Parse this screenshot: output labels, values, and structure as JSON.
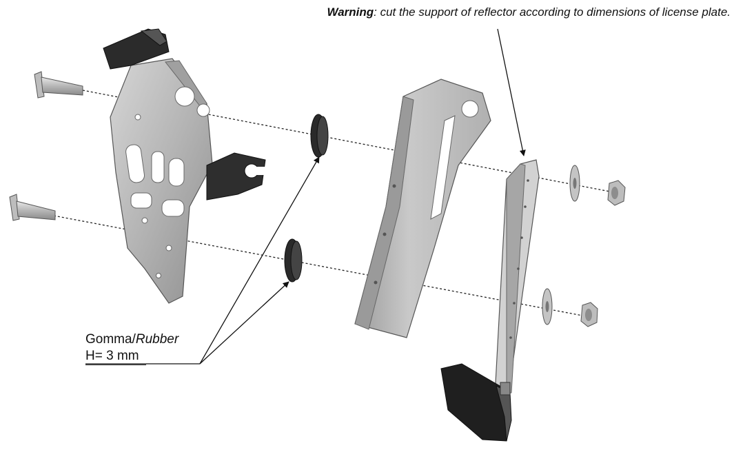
{
  "warning": {
    "bold": "Warning",
    "text": ": cut the support of reflector according to dimensions of license plate."
  },
  "rubber_label": {
    "line1_a": "Gomma/",
    "line1_b": "Rubber",
    "line2": "H= 3 mm"
  },
  "colors": {
    "metal": "#b9b9b9",
    "metal_dark": "#8e8e8e",
    "metal_light": "#d8d8d8",
    "rubber": "#2a2a2a",
    "line": "#111111"
  }
}
